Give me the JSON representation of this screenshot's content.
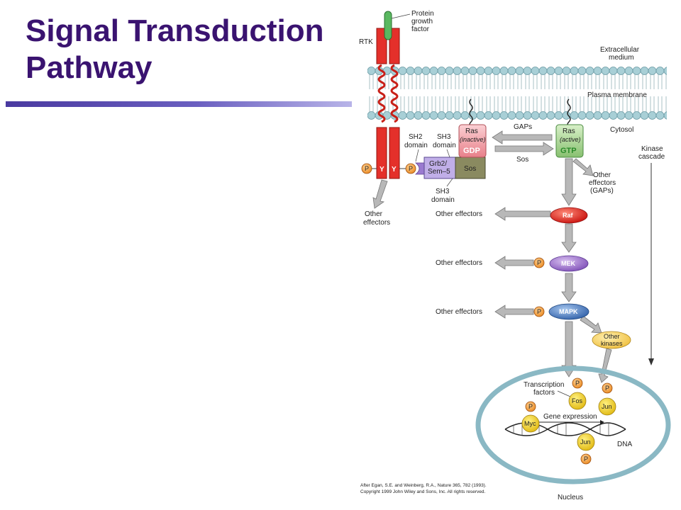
{
  "slide": {
    "title": "Signal Transduction Pathway"
  },
  "diagram": {
    "labels": {
      "protein_growth_factor": [
        "Protein",
        "growth",
        "factor"
      ],
      "rtk": "RTK",
      "extracellular": [
        "Extracellular",
        "medium"
      ],
      "plasma_membrane": "Plasma membrane",
      "cytosol": "Cytosol",
      "kinase_cascade": [
        "Kinase",
        "cascade"
      ],
      "gaps": "GAPs",
      "sos_arrow": "Sos",
      "ras_inactive": {
        "name": "Ras",
        "state": "(inactive)",
        "nucleotide": "GDP"
      },
      "ras_active": {
        "name": "Ras",
        "state": "(active)",
        "nucleotide": "GTP"
      },
      "sh2_domain": [
        "SH2",
        "domain"
      ],
      "sh3_domain_top": [
        "SH3",
        "domain"
      ],
      "sh3_domain_bottom": [
        "SH3",
        "domain"
      ],
      "grb2": [
        "Grb2/",
        "Sem–5"
      ],
      "sos_box": "Sos",
      "phospho": "P",
      "tyrosine": "Y",
      "other_effectors_rtk": [
        "Other",
        "effectors"
      ],
      "other_effectors_gaps": [
        "Other",
        "effectors",
        "(GAPs)"
      ],
      "other_effectors": "Other effectors",
      "raf": "Raf",
      "mek": "MEK",
      "mapk": "MAPK",
      "other_kinases": [
        "Other",
        "kinases"
      ],
      "transcription_factors": [
        "Transcription",
        "factors"
      ],
      "fos": "Fos",
      "jun": "Jun",
      "myc": "Myc",
      "gene_expression": "Gene expression",
      "dna": "DNA",
      "nucleus": "Nucleus"
    },
    "citation": {
      "line1": "After Egan, S.E. and Weinberg, R.A., Nature 365, 782 (1993).",
      "line2": "Copyright 1999 John Wiley and Sons, Inc. All rights reserved."
    }
  },
  "colors": {
    "title": "#3a1370",
    "raf": "#e02018",
    "mek": "#9a6ac8",
    "mapk": "#4a7cc0",
    "phospho": "#f0a030",
    "factor": "#f2d020",
    "ras_inactive": "#f09aa0",
    "ras_active": "#a8d890",
    "membrane_head": "#a8cfd6",
    "receptor": "#e4302a",
    "nucleus": "#a8cfd6"
  }
}
